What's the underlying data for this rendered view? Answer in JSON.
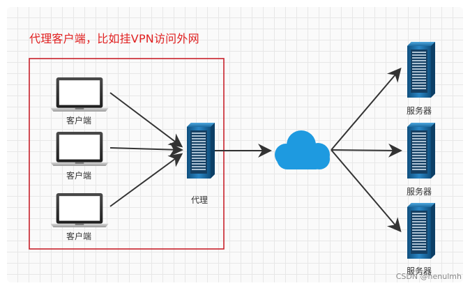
{
  "title": "代理客户端，比如挂VPN访问外网",
  "clients": [
    {
      "label": "客户端"
    },
    {
      "label": "客户端"
    },
    {
      "label": "客户端"
    }
  ],
  "proxy": {
    "label": "代理"
  },
  "internet": {
    "icon": "cloud-icon"
  },
  "servers": [
    {
      "label": "服务器"
    },
    {
      "label": "服务器"
    },
    {
      "label": "服务器"
    }
  ],
  "watermark": "CSDN @henulmh",
  "colors": {
    "title": "#e02020",
    "frame": "#c8202a",
    "arrow": "#333333",
    "server": "#1c6aa0",
    "cloud": "#1e9ae0"
  }
}
